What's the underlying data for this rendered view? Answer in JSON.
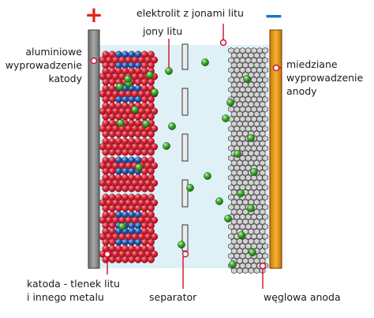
{
  "signs": {
    "plus": "+",
    "minus": "−",
    "plus_color": "#e2231a",
    "minus_color": "#1a75bc"
  },
  "labels": {
    "electrolyte": "elektrolit z jonami litu",
    "lithium_ions": "jony litu",
    "cathode_lead": [
      "aluminiowe",
      "wyprowadzenie",
      "katody"
    ],
    "anode_lead": [
      "miedziane",
      "wyprowadzenie",
      "anody"
    ],
    "cathode": [
      "katoda - tlenek litu",
      "i innego metalu"
    ],
    "separator": "separator",
    "anode": "węglowa anoda"
  },
  "colors": {
    "label_line": "#c8102e",
    "electrolyte": "#dff0f7",
    "cathode_collector": "#8a8a8a",
    "anode_collector": "#f0a21c",
    "cathode_oxide_red": "#d7263d",
    "cathode_metal_blue": "#1f5fb0",
    "lithium_ion_green": "#3a9c2f",
    "graphite": "#cfcfcf"
  }
}
